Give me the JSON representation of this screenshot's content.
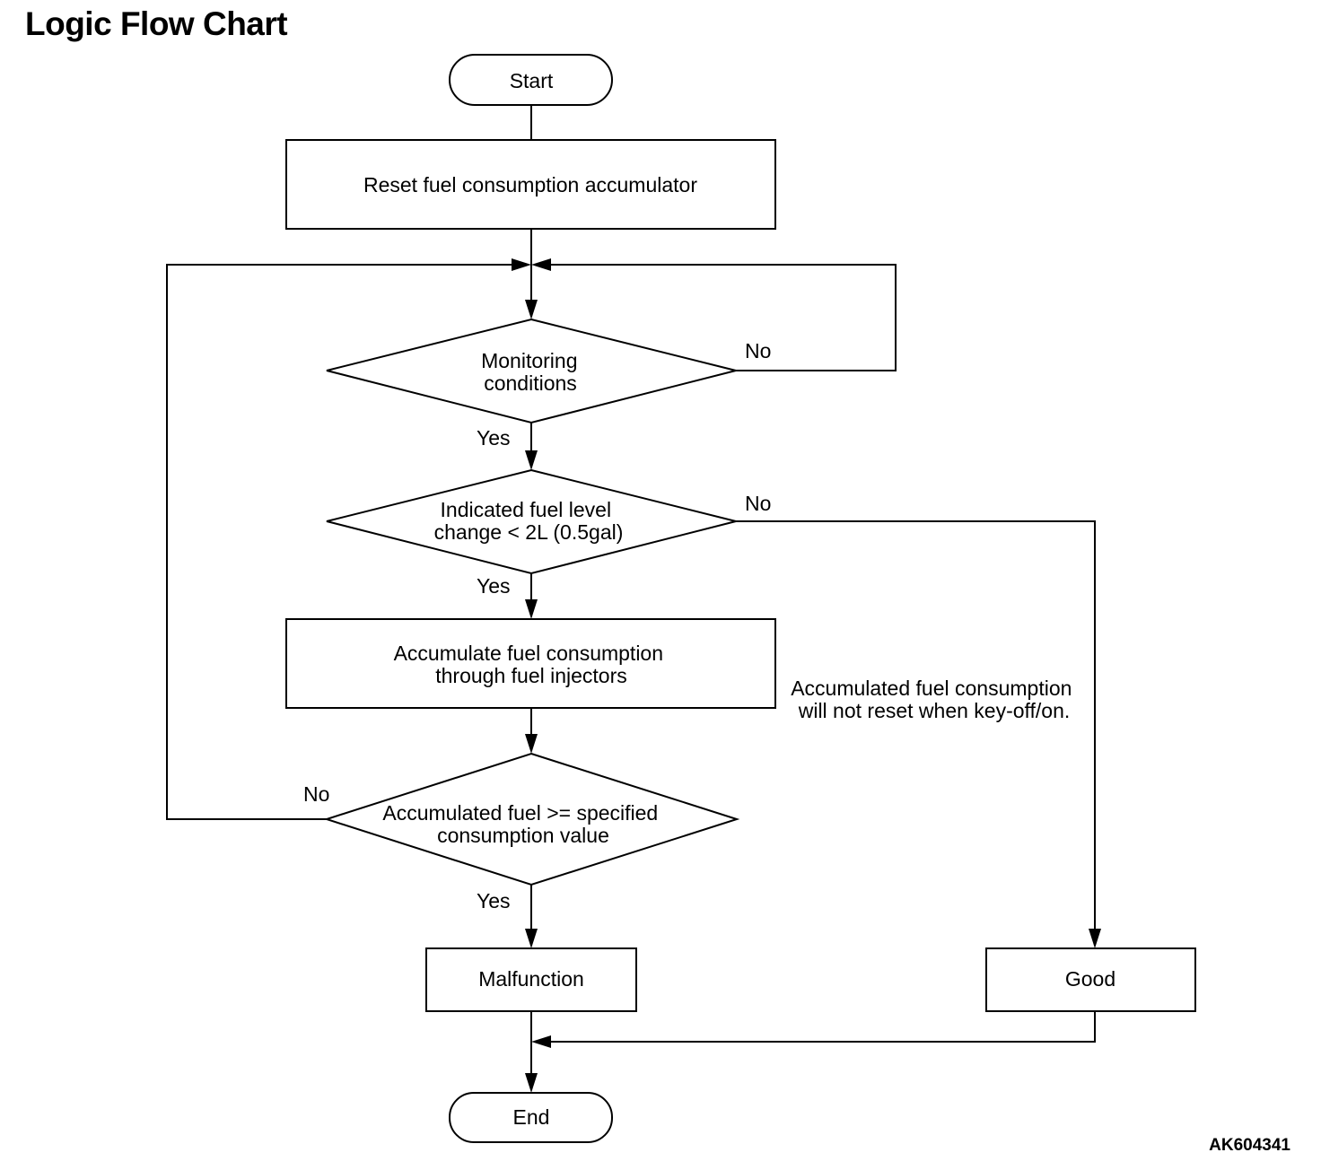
{
  "title": "Logic Flow Chart",
  "figure_code": "AK604341",
  "nodes": {
    "start": "Start",
    "reset": "Reset fuel consumption accumulator",
    "monitoring": [
      "Monitoring",
      "conditions"
    ],
    "fuel_level": [
      "Indicated fuel level",
      "change < 2L (0.5gal)"
    ],
    "accumulate": [
      "Accumulate fuel consumption",
      "through fuel injectors"
    ],
    "threshold": [
      "Accumulated fuel >= specified",
      "consumption value"
    ],
    "malfunction": "Malfunction",
    "good": "Good",
    "end": "End"
  },
  "edge_labels": {
    "monitoring_no": "No",
    "monitoring_yes": "Yes",
    "fuel_level_no": "No",
    "fuel_level_yes": "Yes",
    "threshold_no": "No",
    "threshold_yes": "Yes"
  },
  "note": [
    "Accumulated fuel consumption",
    "will not reset when key-off/on."
  ]
}
